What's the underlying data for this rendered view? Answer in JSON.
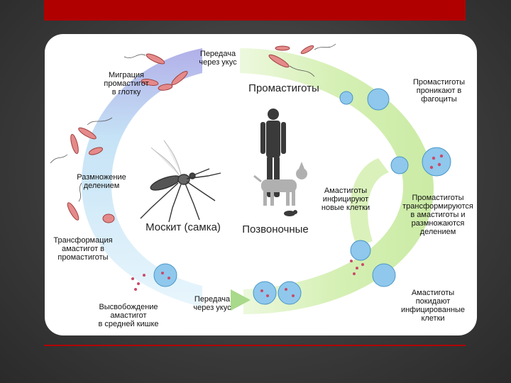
{
  "slide": {
    "accent_color": "#b00000",
    "card_color": "#ffffff"
  },
  "diagram": {
    "colors": {
      "insect_band": "#bfe0f5",
      "insect_band_top": "#a9a7e6",
      "vertebrate_band": "#d6f0b4",
      "promastigote": "#e58a8a",
      "phagocyte": "#8fc8ec",
      "amastigote": "#c94a6a"
    },
    "labels": {
      "bite_transfer_top": "Передача\nчерез укус",
      "migration": "Миграция\nпромастигот\nв глотку",
      "reproduction": "Размножение\nделением",
      "transformation_amastigotes": "Трансформация\nамастигот в\nпромастиготы",
      "release": "Высвобождение\nамастигот\nв средней кишке",
      "bite_transfer_bottom": "Передача\nчерез укус",
      "mosquito": "Москит (самка)",
      "vertebrates": "Позвоночные",
      "promastigotes": "Промастиготы",
      "promastigotes_penetrate": "Промастиготы\nпроникают в\nфагоциты",
      "promastigotes_transform": "Промастиготы\nтрансформируются\nв амастиготы и\nразмножаются\nделением",
      "amastigotes_infect": "Амастиготы\nинфицируют\nновые клетки",
      "amastigotes_leave": "Амастиготы\nпокидают\nинфицированные\nклетки"
    },
    "icons": [
      "mosquito-icon",
      "human-silhouette-icon",
      "dog-silhouette-icon",
      "mouse-silhouette-icon",
      "promastigote-icon",
      "phagocyte-icon"
    ]
  }
}
